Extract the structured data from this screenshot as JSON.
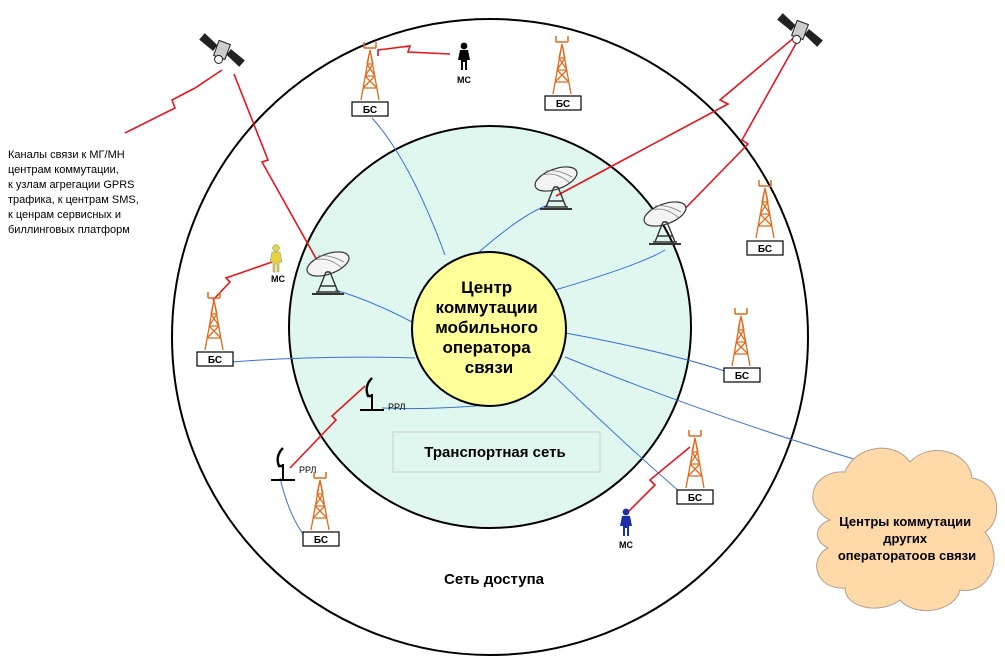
{
  "note_lines": [
    "Каналы связи к  МГ/МН",
    "центрам коммутации,",
    "к узлам агрегации GPRS",
    "трафика, к центрам SMS,",
    "к ценрам сервисных и",
    "биллинговых платформ"
  ],
  "center_lines": [
    "Центр",
    "коммутации",
    "мобильного",
    "оператора",
    "связи"
  ],
  "transport_label": "Транспортная сеть",
  "access_label": "Сеть доступа",
  "cloud_lines": [
    "Центры коммутации",
    "других",
    "операторатоов связи"
  ],
  "bs_label": "БС",
  "ms_label": "МС",
  "rrl_label": "РРЛ",
  "colors": {
    "outer_ring": "#ffffff",
    "inner_ring": "#e0f7f0",
    "center": "#ffff99",
    "cloud": "#ffd9a8",
    "radio_link": "#e8141c",
    "wire": "#3a6fd8",
    "tower": "#e06a1a"
  }
}
